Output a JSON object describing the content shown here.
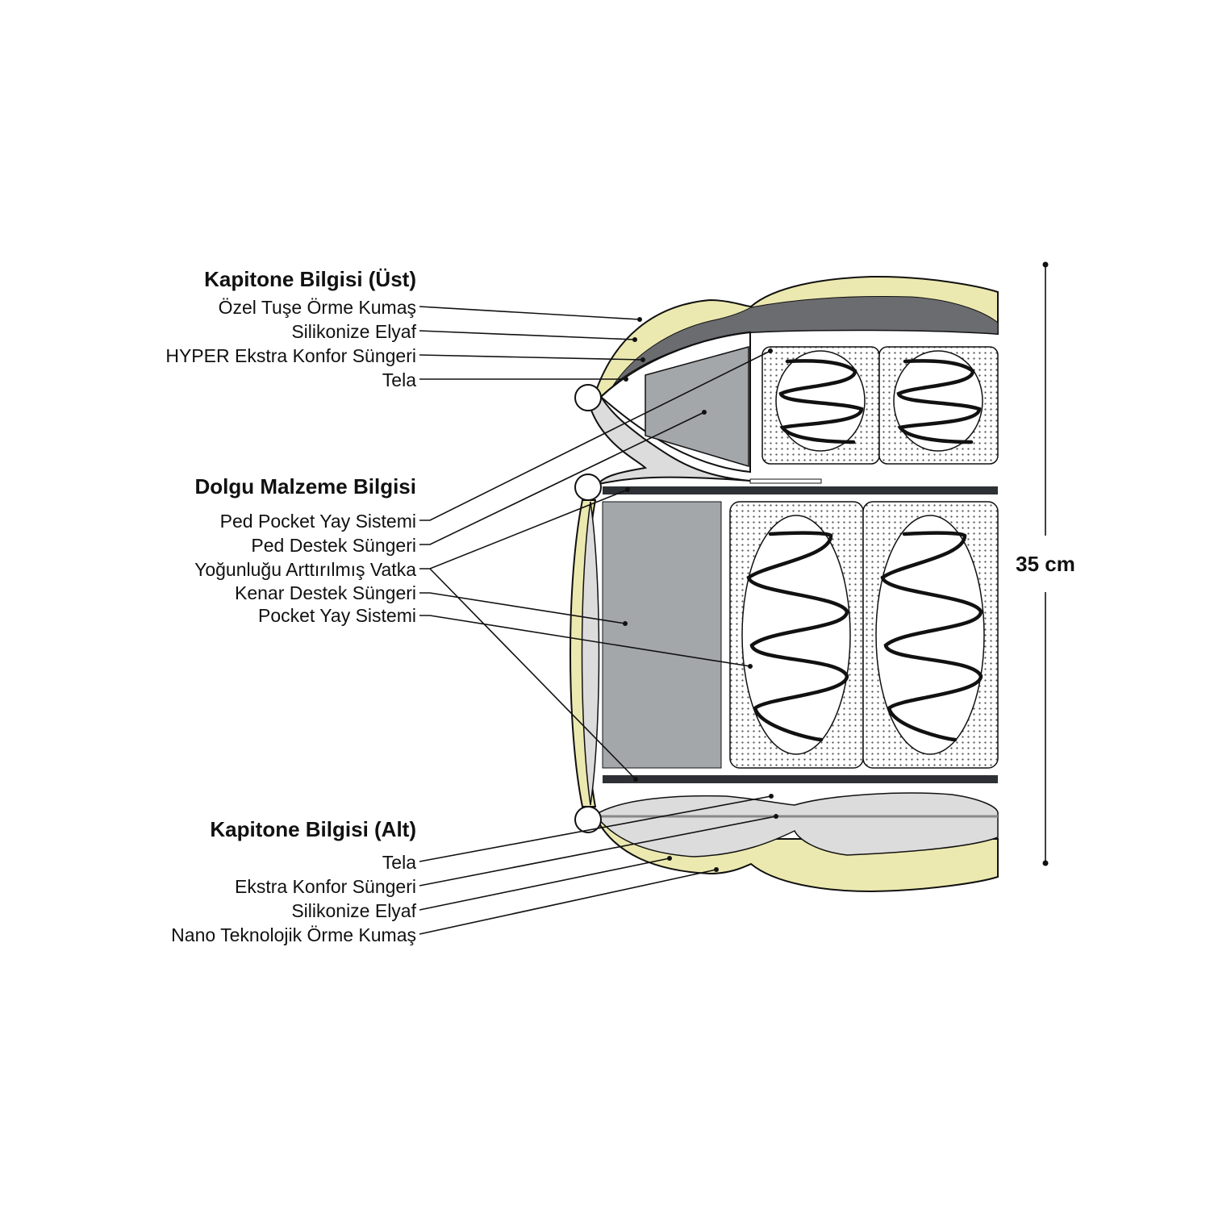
{
  "top_section": {
    "title": "Kapitone Bilgisi (Üst)",
    "items": [
      "Özel Tuşe Örme Kumaş",
      "Silikonize Elyaf",
      "HYPER Ekstra Konfor Süngeri",
      "Tela"
    ]
  },
  "middle_section": {
    "title": "Dolgu Malzeme Bilgisi",
    "items": [
      "Ped Pocket Yay Sistemi",
      "Ped Destek Süngeri",
      "Yoğunluğu Arttırılmış Vatka",
      "Kenar Destek Süngeri",
      "Pocket Yay Sistemi"
    ]
  },
  "bottom_section": {
    "title": "Kapitone Bilgisi (Alt)",
    "items": [
      "Tela",
      "Ekstra Konfor Süngeri",
      "Silikonize Elyaf",
      "Nano Teknolojik Örme Kumaş"
    ]
  },
  "dimension": {
    "height_label": "35 cm"
  },
  "colors": {
    "fabric_yellow": "#ece9b0",
    "dark_foam": "#6a6c6f",
    "support_gray": "#a4a7aa",
    "light_gray": "#dcdcdc",
    "batting_bar": "#2d3034",
    "outline": "#111111"
  }
}
